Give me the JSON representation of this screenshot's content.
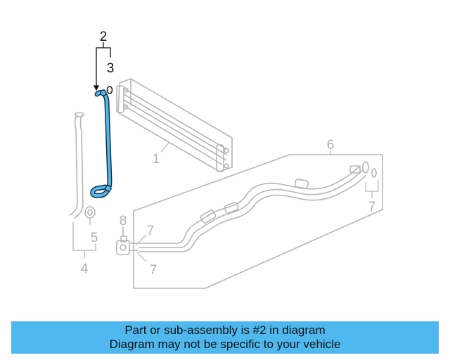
{
  "diagram": {
    "callouts": {
      "c1": "1",
      "c2": "2",
      "c3": "3",
      "c4": "4",
      "c5": "5",
      "c6": "6",
      "c7a": "7",
      "c7b": "7",
      "c7c": "7",
      "c8": "8"
    },
    "colors": {
      "highlight_part": "#4fb9ef",
      "part_outline": "#b5b5b5",
      "highlight_outline": "#1b2a3a"
    }
  },
  "banner": {
    "line1": "Part or sub-assembly is #2 in diagram",
    "line2": "Diagram may not be specific to your vehicle",
    "color": "#4fb9ef"
  }
}
